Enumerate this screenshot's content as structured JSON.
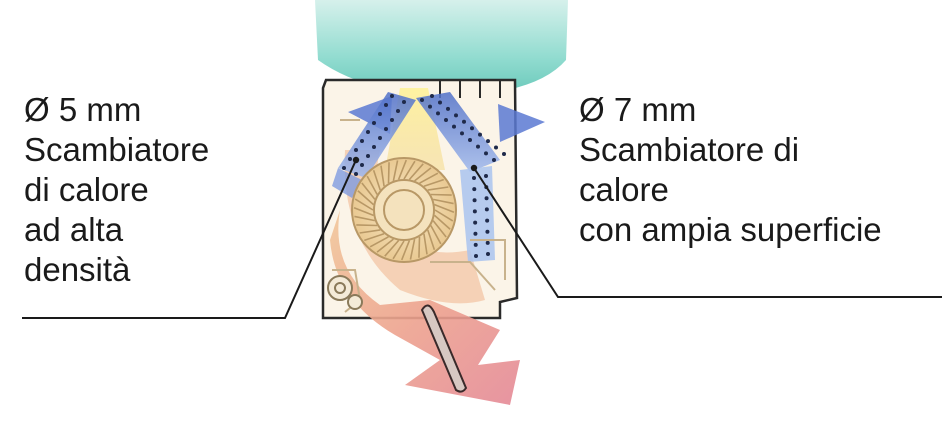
{
  "left_callout": {
    "diameter": "Ø 5 mm",
    "line1": "Scambiatore",
    "line2": "di calore",
    "line3": "ad alta",
    "line4": "densità"
  },
  "right_callout": {
    "diameter": "Ø 7 mm",
    "line1": "Scambiatore di",
    "line2": "calore",
    "line3": "con ampia superficie"
  },
  "colors": {
    "intake_air": "#7fd6c8",
    "outlet_air": "#e8909a",
    "heat_exchanger": "#6f8fd8",
    "fan": "#f2d9a8",
    "leader_line": "#1a1a1a"
  }
}
